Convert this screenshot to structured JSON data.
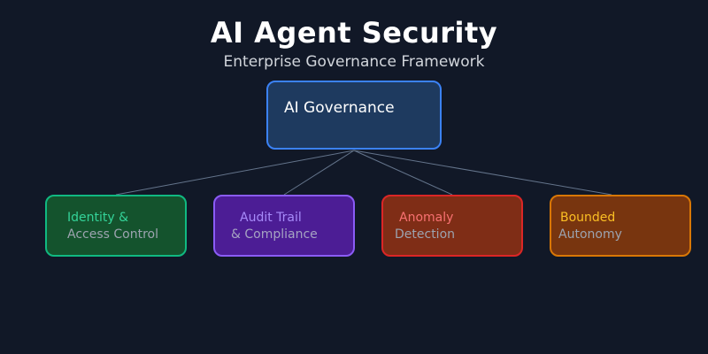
{
  "header": {
    "title": "AI Agent Security",
    "subtitle": "Enterprise Governance Framework"
  },
  "root": {
    "label": "AI Governance",
    "color": "#3b82f6"
  },
  "children": [
    {
      "line1": "Identity &",
      "line2": "Access Control",
      "color": "#10b981"
    },
    {
      "line1": "Audit Trail",
      "line2": "& Compliance",
      "color": "#8b5cf6"
    },
    {
      "line1": "Anomaly",
      "line2": "Detection",
      "color": "#dc2626"
    },
    {
      "line1": "Bounded",
      "line2": "Autonomy",
      "color": "#d97706"
    }
  ],
  "colors": {
    "background": "#111827",
    "connector": "#64748b"
  }
}
